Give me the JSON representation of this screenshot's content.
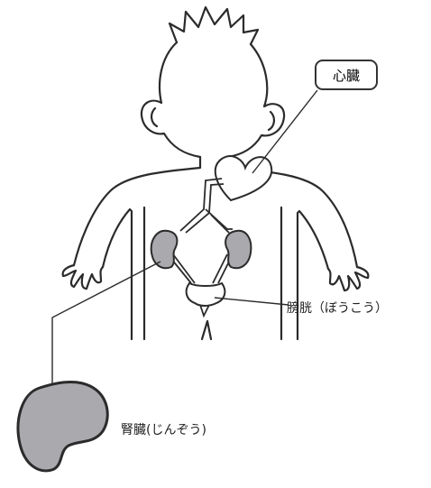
{
  "labels": {
    "heart": "心臓",
    "bladder": "膀胱（ぼうこう）",
    "kidney": "腎臓(じんぞう)"
  },
  "colors": {
    "line": "#2b2b2b",
    "organ_fill": "#a9a9ae",
    "background": "#ffffff"
  }
}
